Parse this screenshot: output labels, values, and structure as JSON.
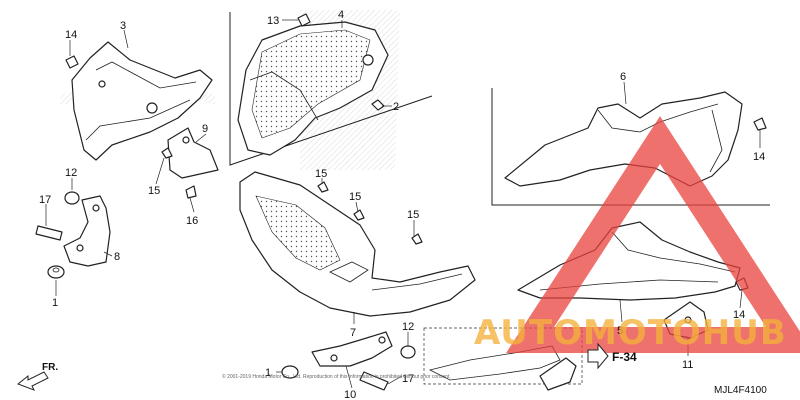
{
  "diagram": {
    "callouts": [
      {
        "id": "c14a",
        "text": "14"
      },
      {
        "id": "c3",
        "text": "3"
      },
      {
        "id": "c13",
        "text": "13"
      },
      {
        "id": "c4",
        "text": "4"
      },
      {
        "id": "c2",
        "text": "2"
      },
      {
        "id": "c9",
        "text": "9"
      },
      {
        "id": "c15a",
        "text": "15"
      },
      {
        "id": "c12a",
        "text": "12"
      },
      {
        "id": "c17a",
        "text": "17"
      },
      {
        "id": "c16",
        "text": "16"
      },
      {
        "id": "c8",
        "text": "8"
      },
      {
        "id": "c1a",
        "text": "1"
      },
      {
        "id": "c15b",
        "text": "15"
      },
      {
        "id": "c15c",
        "text": "15"
      },
      {
        "id": "c15d",
        "text": "15"
      },
      {
        "id": "c7",
        "text": "7"
      },
      {
        "id": "c6",
        "text": "6"
      },
      {
        "id": "c14b",
        "text": "14"
      },
      {
        "id": "c5",
        "text": "5"
      },
      {
        "id": "c14c",
        "text": "14"
      },
      {
        "id": "c11",
        "text": "11"
      },
      {
        "id": "c1b",
        "text": "1"
      },
      {
        "id": "c10",
        "text": "10"
      },
      {
        "id": "c12b",
        "text": "12"
      },
      {
        "id": "c17b",
        "text": "17"
      }
    ],
    "direction_label": "FR.",
    "section_ref": "F-34",
    "diagram_code": "MJL4F4100",
    "watermark": "AUTOMOTOHUB",
    "copyright": "© 2001-2019 Honda Motor Co., Ltd. Reproduction of this information is prohibited without prior consent."
  },
  "colors": {
    "line": "#222222",
    "watermark_orange": "#f4b23a",
    "watermark_red": "#e8413c",
    "logo_hatch": "#d0d0d0"
  }
}
